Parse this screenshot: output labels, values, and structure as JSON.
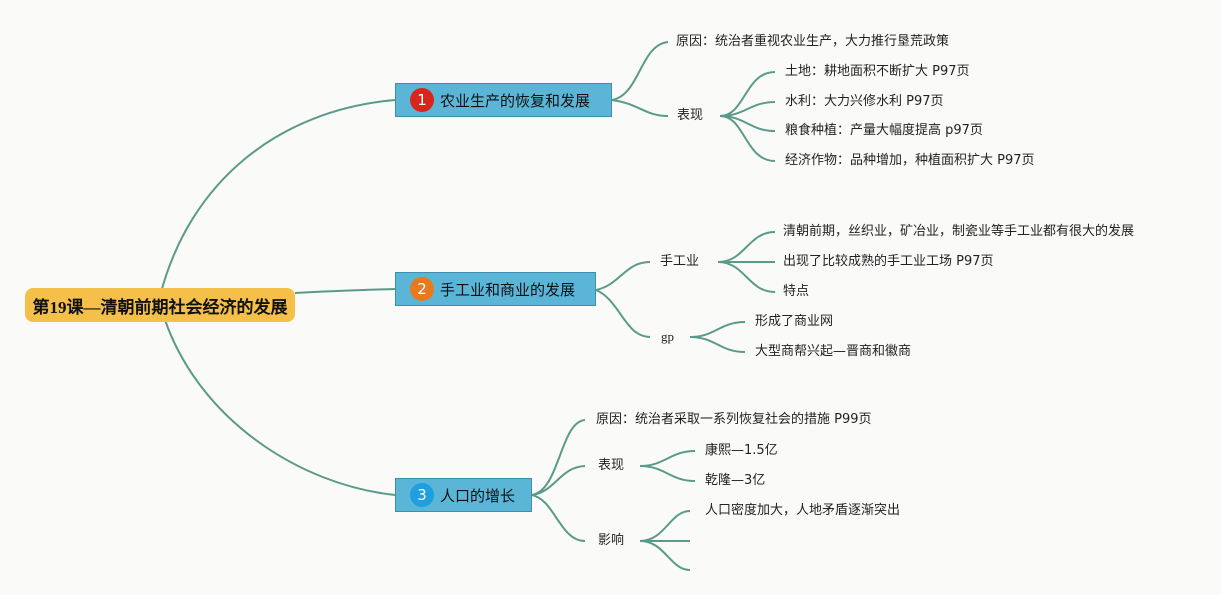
{
  "root": {
    "label": "第19课—清朝前期社会经济的发展"
  },
  "branches": [
    {
      "num": "1",
      "label": "农业生产的恢复和发展",
      "color": "#d9251c",
      "children": [
        {
          "label": "原因：统治者重视农业生产，大力推行垦荒政策"
        },
        {
          "label": "表现",
          "children": [
            {
              "label": "土地：耕地面积不断扩大 P97页"
            },
            {
              "label": "水利：大力兴修水利 P97页"
            },
            {
              "label": "粮食种植：产量大幅度提高 p97页"
            },
            {
              "label": "经济作物：品种增加，种植面积扩大 P97页"
            }
          ]
        }
      ]
    },
    {
      "num": "2",
      "label": "手工业和商业的发展",
      "color": "#e8791d",
      "children": [
        {
          "label": "手工业",
          "children": [
            {
              "label": "清朝前期，丝织业，矿冶业，制瓷业等手工业都有很大的发展"
            },
            {
              "label": "出现了比较成熟的手工业工场 P97页"
            },
            {
              "label": "特点"
            }
          ]
        },
        {
          "label": "gp",
          "children": [
            {
              "label": "形成了商业网"
            },
            {
              "label": "大型商帮兴起—晋商和徽商"
            }
          ]
        }
      ]
    },
    {
      "num": "3",
      "label": "人口的增长",
      "color": "#1d9fe0",
      "children": [
        {
          "label": "原因：统治者采取一系列恢复社会的措施 P99页"
        },
        {
          "label": "表现",
          "children": [
            {
              "label": "康熙—1.5亿"
            },
            {
              "label": "乾隆—3亿"
            }
          ]
        },
        {
          "label": "影响",
          "children": [
            {
              "label": "人口密度加大，人地矛盾逐渐突出"
            },
            {
              "label": ""
            },
            {
              "label": ""
            }
          ]
        }
      ]
    }
  ],
  "colors": {
    "edge": "#5a9a88",
    "root_fill": "#f5c04a",
    "branch_fill": "#5bb5d6"
  }
}
